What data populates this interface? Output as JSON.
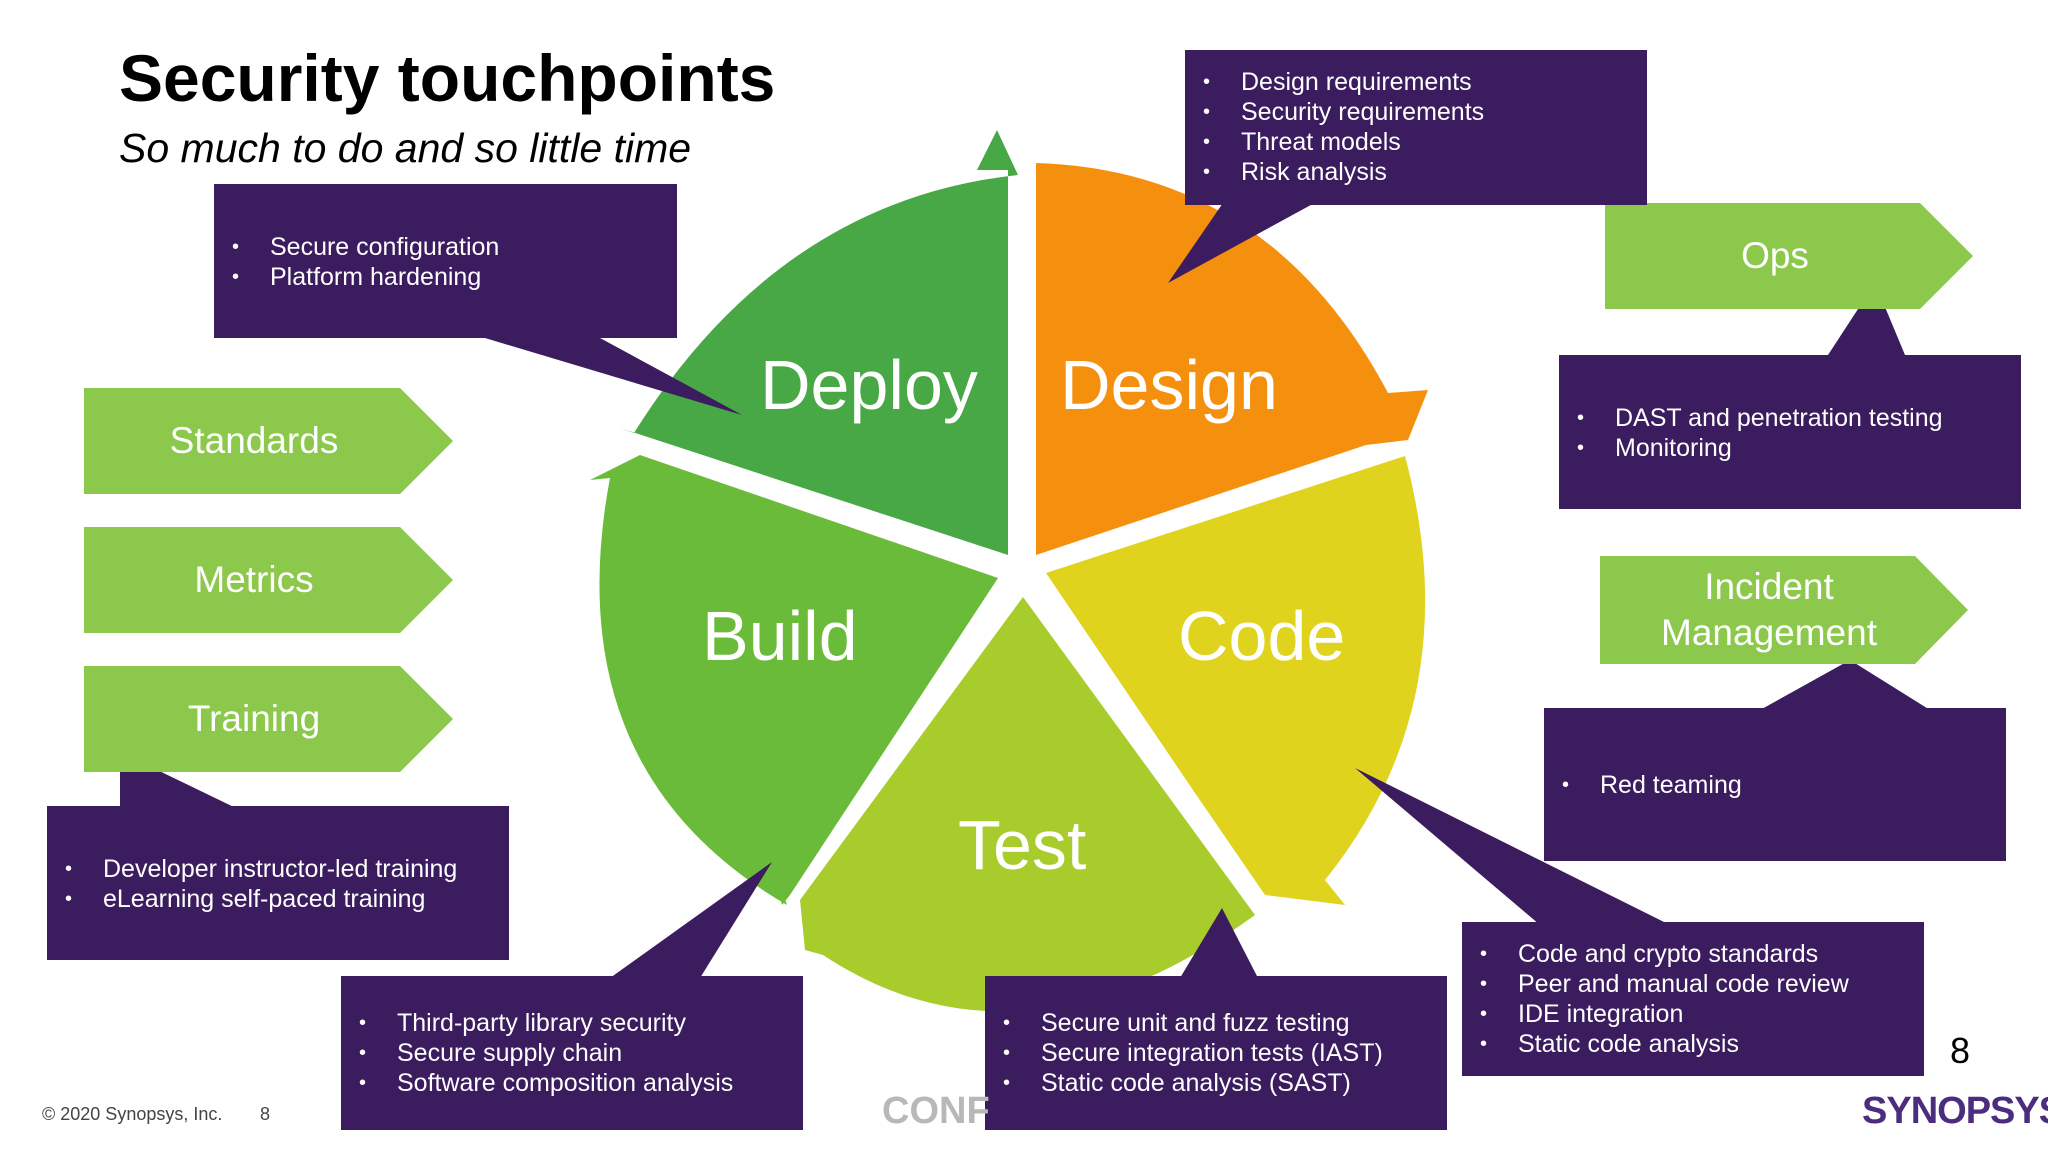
{
  "title": "Security touchpoints",
  "subtitle": "So much to do and so little time",
  "colors": {
    "purple": "#3b1c5e",
    "tag_green": "#8cc84b",
    "deploy": "#47a845",
    "design": "#f5900e",
    "code": "#e0d31e",
    "test": "#a8cc2c",
    "build": "#6bbb3a"
  },
  "segments": {
    "deploy": "Deploy",
    "design": "Design",
    "code": "Code",
    "test": "Test",
    "build": "Build"
  },
  "callouts": {
    "design": [
      "Design requirements",
      "Security requirements",
      "Threat models",
      "Risk analysis"
    ],
    "deploy": [
      "Secure configuration",
      "Platform hardening"
    ],
    "ops": [
      "DAST and penetration testing",
      "Monitoring"
    ],
    "incident": [
      "Red teaming"
    ],
    "training": [
      "Developer instructor-led training",
      "eLearning self-paced training"
    ],
    "build": [
      "Third-party library security",
      "Secure supply chain",
      "Software composition analysis"
    ],
    "test": [
      "Secure unit and fuzz testing",
      "Secure integration tests (IAST)",
      "Static code analysis (SAST)"
    ],
    "code": [
      "Code and crypto standards",
      "Peer and manual code review",
      "IDE integration",
      "Static code analysis"
    ]
  },
  "tags": {
    "standards": "Standards",
    "metrics": "Metrics",
    "training": "Training",
    "ops": "Ops",
    "incident": "Incident Management"
  },
  "footer": {
    "copyright": "© 2020 Synopsys, Inc.",
    "page": "8",
    "confidential": "CONF",
    "page_number": "8",
    "logo": "SYNOPSYS"
  }
}
